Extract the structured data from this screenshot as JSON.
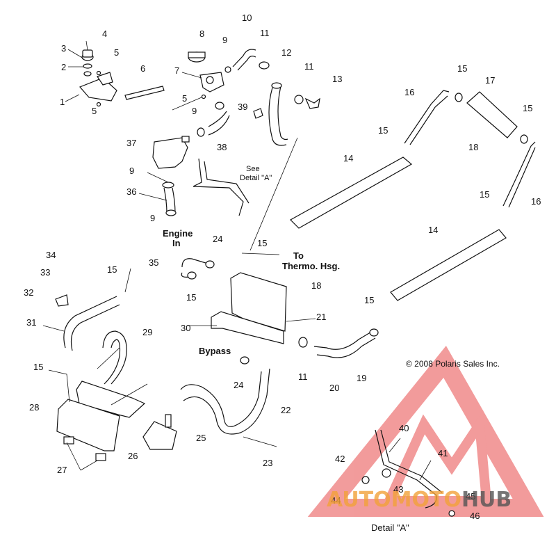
{
  "callouts": [
    "1",
    "2",
    "3",
    "4",
    "5",
    "5",
    "6",
    "7",
    "8",
    "9",
    "9",
    "9",
    "9",
    "10",
    "11",
    "11",
    "11",
    "12",
    "13",
    "14",
    "14",
    "15",
    "15",
    "15",
    "15",
    "15",
    "15",
    "15",
    "15",
    "15",
    "16",
    "16",
    "17",
    "18",
    "18",
    "19",
    "20",
    "21",
    "22",
    "23",
    "24",
    "24",
    "25",
    "26",
    "27",
    "28",
    "29",
    "30",
    "31",
    "32",
    "33",
    "34",
    "35",
    "36",
    "37",
    "38",
    "39",
    "40",
    "41",
    "42",
    "43",
    "44",
    "45",
    "46",
    "5"
  ],
  "labels": {
    "engine_in": "Engine\nIn",
    "see_detail": "See\nDetail \"A\"",
    "to_thermo": "To\nThermo. Hsg.",
    "bypass": "Bypass",
    "detail_a": "Detail \"A\"",
    "copyright": "© 2008 Polaris Sales Inc."
  },
  "watermark": {
    "text_orange": "AUTOMOTO",
    "text_gray": "HUB",
    "color_red": "#e84a4a",
    "color_orange": "#f2a23a",
    "color_gray": "#555555"
  }
}
